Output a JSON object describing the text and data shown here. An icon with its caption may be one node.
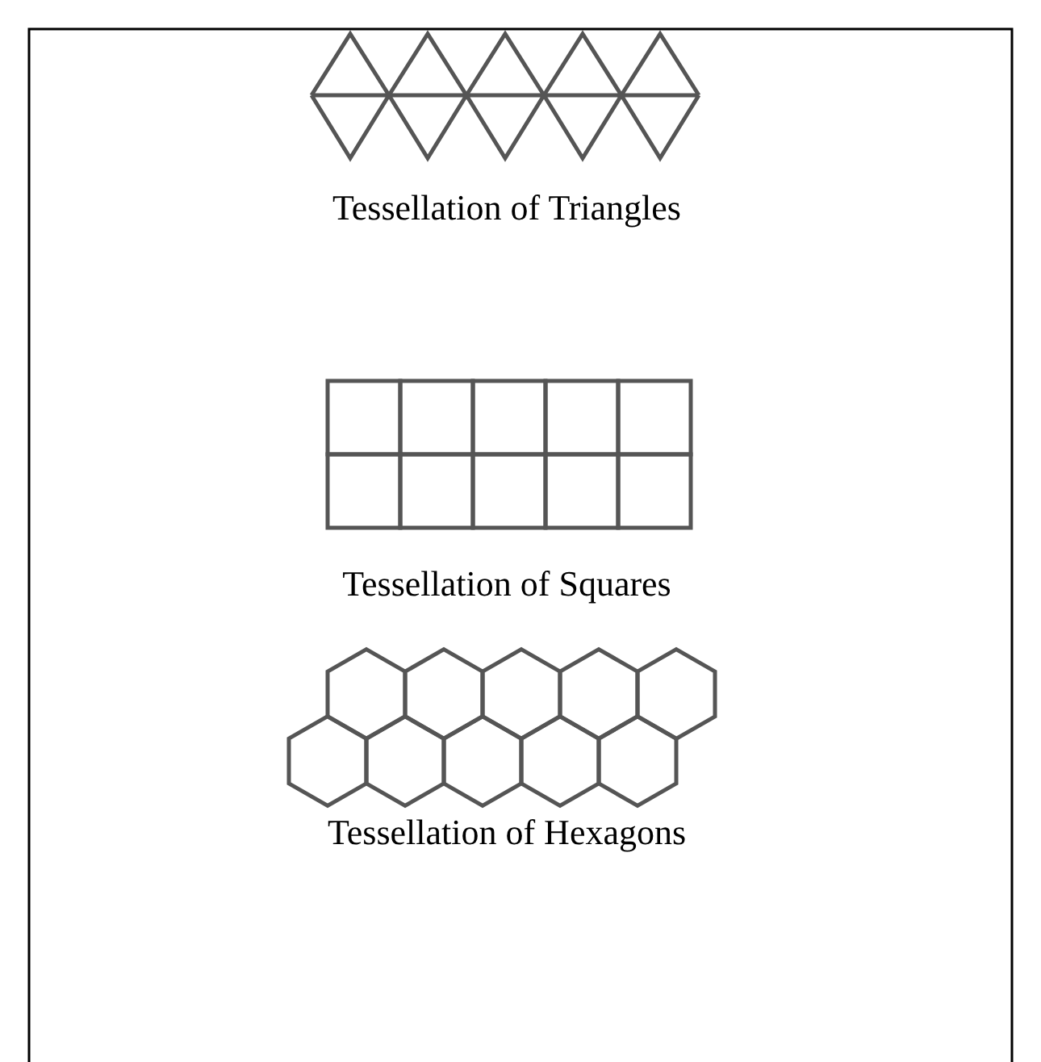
{
  "diagram": {
    "labels": [
      "Tessellation of Triangles",
      "Tessellation of Squares",
      "Tessellation of Hexagons"
    ]
  }
}
